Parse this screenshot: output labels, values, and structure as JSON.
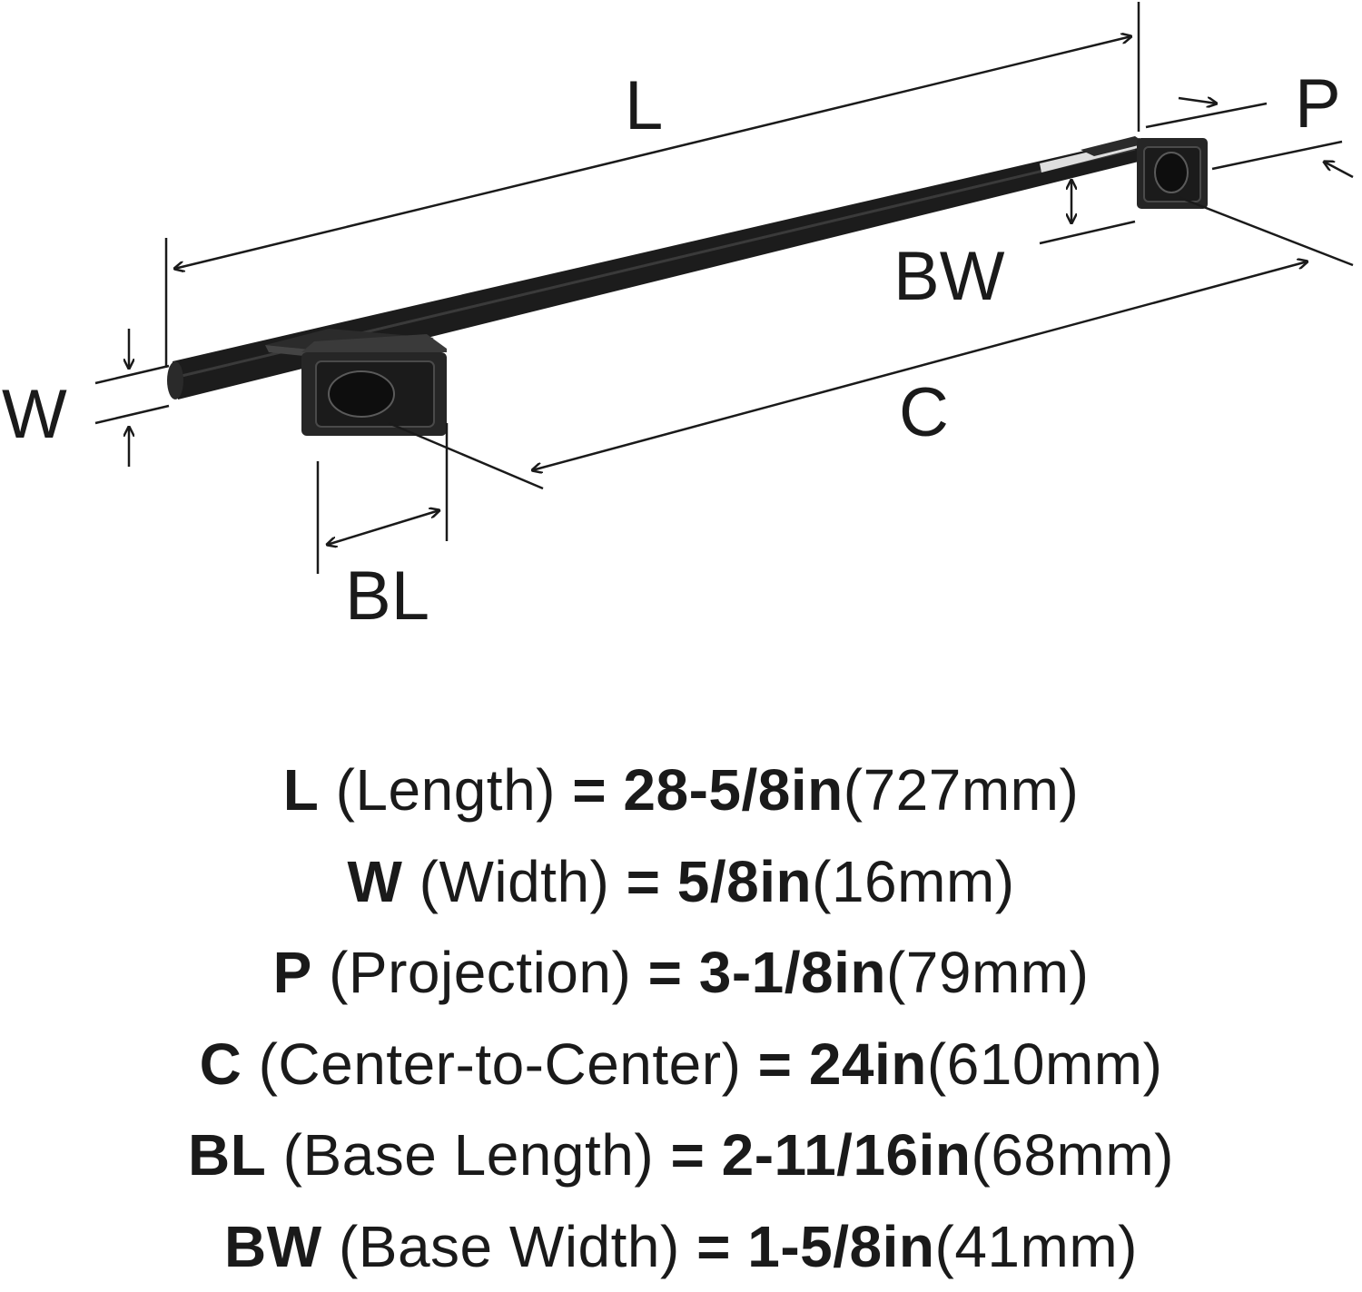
{
  "diagram": {
    "labels": {
      "L": "L",
      "P": "P",
      "BW": "BW",
      "W": "W",
      "C": "C",
      "BL": "BL"
    },
    "colors": {
      "ink": "#1a1a1a",
      "bar": "#1c1c1c",
      "highlight": "#d9d9d9"
    }
  },
  "specs": [
    {
      "code": "L",
      "name": "(Length)",
      "eq": "=",
      "imperial": "28-5/8in",
      "metric": "(727mm)"
    },
    {
      "code": "W",
      "name": "(Width)",
      "eq": "=",
      "imperial": "5/8in",
      "metric": "(16mm)"
    },
    {
      "code": "P",
      "name": "(Projection)",
      "eq": "=",
      "imperial": "3-1/8in",
      "metric": "(79mm)"
    },
    {
      "code": "C",
      "name": "(Center-to-Center)",
      "eq": "=",
      "imperial": "24in",
      "metric": "(610mm)"
    },
    {
      "code": "BL",
      "name": "(Base Length)",
      "eq": "=",
      "imperial": "2-11/16in",
      "metric": "(68mm)"
    },
    {
      "code": "BW",
      "name": "(Base Width)",
      "eq": "=",
      "imperial": "1-5/8in",
      "metric": "(41mm)"
    }
  ]
}
